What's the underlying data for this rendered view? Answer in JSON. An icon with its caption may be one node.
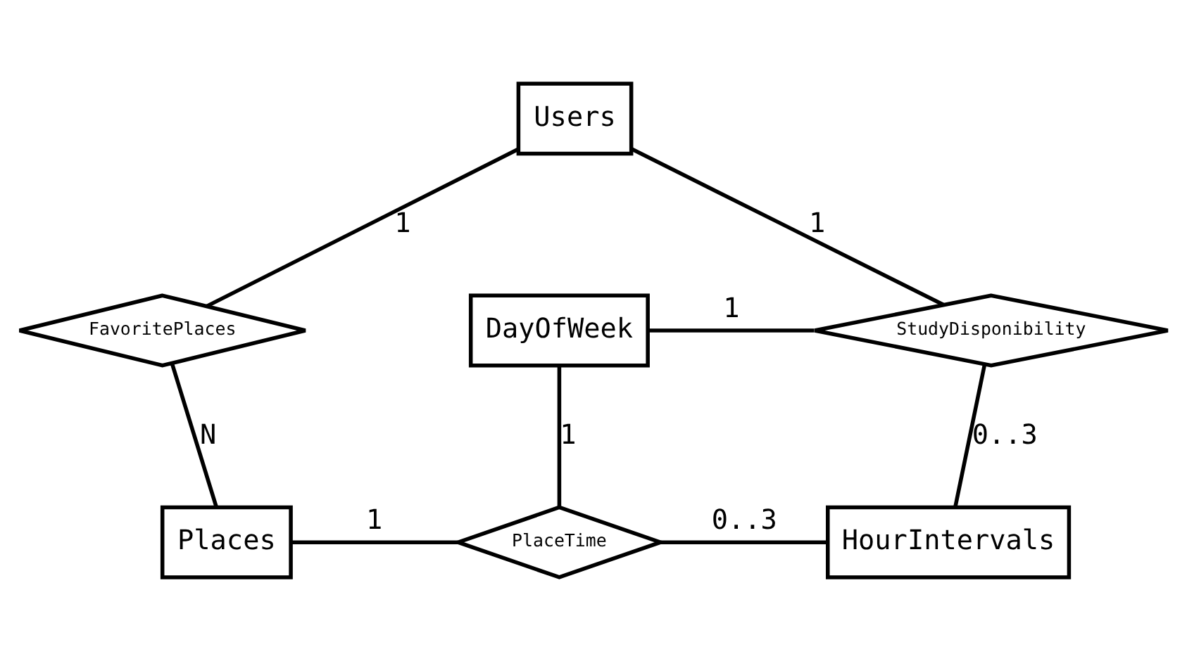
{
  "diagram": {
    "nodes": [
      {
        "text": [
          "Users"
        ]
      },
      {
        "text": [
          "FavoritePlaces"
        ]
      },
      {
        "text": [
          "DayOfWeek"
        ]
      },
      {
        "text": [
          "StudyDisponibility"
        ]
      },
      {
        "text": [
          "Places"
        ]
      },
      {
        "text": [
          "PlaceTime"
        ]
      },
      {
        "text": [
          "HourIntervals"
        ]
      }
    ],
    "edges": [
      {
        "from": 0,
        "to": 1,
        "arrow": "none",
        "label": "1"
      },
      {
        "from": 4,
        "to": 1,
        "arrow": "none",
        "label": "N"
      },
      {
        "from": 0,
        "to": 3,
        "arrow": "none",
        "label": "1"
      },
      {
        "from": 2,
        "to": 3,
        "arrow": "none",
        "label": "1"
      },
      {
        "from": 6,
        "to": 3,
        "arrow": "none",
        "label": "0..3"
      },
      {
        "from": 2,
        "to": 5,
        "arrow": "none",
        "label": "1"
      },
      {
        "from": 4,
        "to": 5,
        "arrow": "none",
        "label": "1"
      },
      {
        "from": 6,
        "to": 5,
        "arrow": "none",
        "label": "0..3"
      }
    ]
  }
}
